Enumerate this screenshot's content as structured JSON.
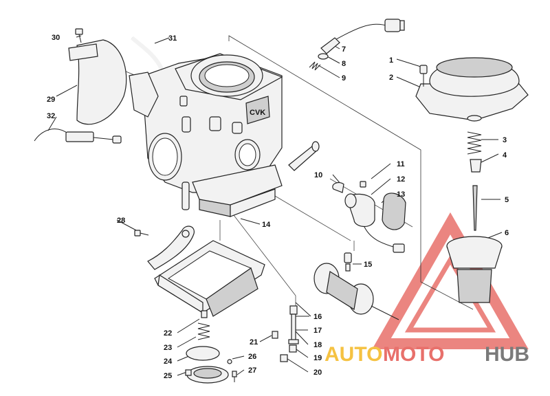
{
  "callouts": [
    "1",
    "2",
    "3",
    "4",
    "5",
    "6",
    "7",
    "8",
    "9",
    "10",
    "11",
    "12",
    "13",
    "14",
    "15",
    "16",
    "17",
    "18",
    "19",
    "20",
    "21",
    "22",
    "23",
    "24",
    "25",
    "26",
    "27",
    "28",
    "29",
    "30",
    "31",
    "32"
  ],
  "body_marking": "CVK",
  "watermark": {
    "part1": "AUTO",
    "part2": "MOTO",
    "part3": "HUB",
    "color_red": "#e8706b",
    "color_yellow": "#f5c242",
    "color_gray": "#7a7a7a"
  }
}
